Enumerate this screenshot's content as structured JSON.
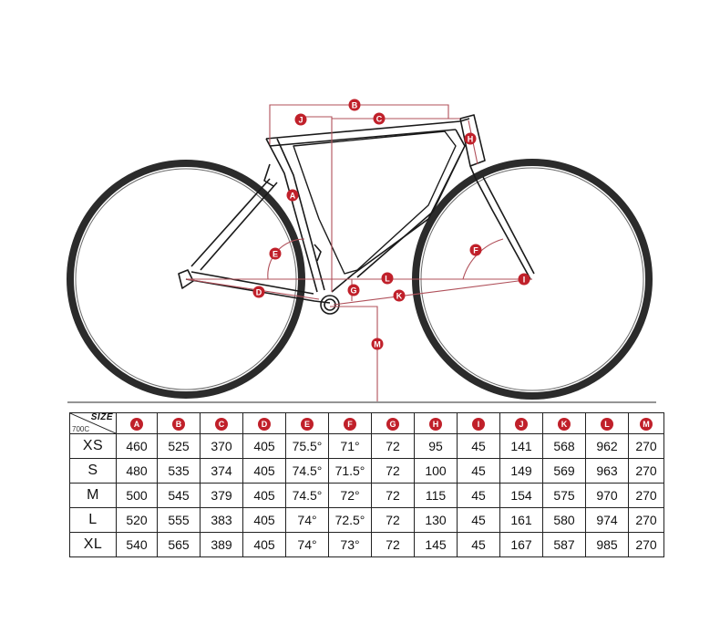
{
  "diagram": {
    "markers": [
      "A",
      "B",
      "C",
      "D",
      "E",
      "F",
      "G",
      "H",
      "I",
      "J",
      "K",
      "L",
      "M"
    ]
  },
  "table": {
    "header_label": "SIZE",
    "wheel_label": "700C",
    "columns": [
      "A",
      "B",
      "C",
      "D",
      "E",
      "F",
      "G",
      "H",
      "I",
      "J",
      "K",
      "L",
      "M"
    ],
    "rows": [
      {
        "size": "XS",
        "values": [
          "460",
          "525",
          "370",
          "405",
          "75.5°",
          "71°",
          "72",
          "95",
          "45",
          "141",
          "568",
          "962",
          "270"
        ]
      },
      {
        "size": "S",
        "values": [
          "480",
          "535",
          "374",
          "405",
          "74.5°",
          "71.5°",
          "72",
          "100",
          "45",
          "149",
          "569",
          "963",
          "270"
        ]
      },
      {
        "size": "M",
        "values": [
          "500",
          "545",
          "379",
          "405",
          "74.5°",
          "72°",
          "72",
          "115",
          "45",
          "154",
          "575",
          "970",
          "270"
        ]
      },
      {
        "size": "L",
        "values": [
          "520",
          "555",
          "383",
          "405",
          "74°",
          "72.5°",
          "72",
          "130",
          "45",
          "161",
          "580",
          "974",
          "270"
        ]
      },
      {
        "size": "XL",
        "values": [
          "540",
          "565",
          "389",
          "405",
          "74°",
          "73°",
          "72",
          "145",
          "45",
          "167",
          "587",
          "985",
          "270"
        ]
      }
    ]
  },
  "colors": {
    "accent": "#c0202a",
    "tire": "#2b2b2b",
    "frame": "#1a1a1a"
  }
}
